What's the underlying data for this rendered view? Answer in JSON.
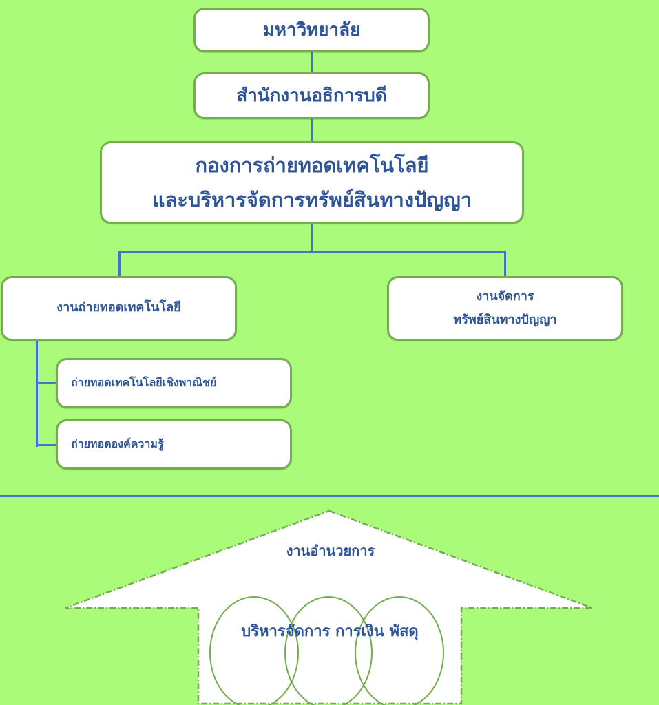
{
  "org_chart": {
    "level1": {
      "label": "มหาวิทยาลัย"
    },
    "level2": {
      "label": "สำนักงานอธิการบดี"
    },
    "level3": {
      "line1": "กองการถ่ายทอดเทคโนโลยี",
      "line2": "และบริหารจัดการทรัพย์สินทางปัญญา"
    },
    "units": [
      {
        "label": "งานถ่ายทอดเทคโนโลยี",
        "children": [
          {
            "label": "ถ่ายทอดเทคโนโลยีเชิงพาณิชย์"
          },
          {
            "label": "ถ่ายทอดองค์ความรู้"
          }
        ]
      },
      {
        "line1": "งานจัดการ",
        "line2": "ทรัพย์สินทางปัญญา"
      }
    ]
  },
  "support": {
    "title": "งานอำนวยการ",
    "functions_text": "บริหารจัดการ การเงิน พัสดุ",
    "circles": [
      "บริหารจัดการ",
      "การเงิน",
      "พัสดุ"
    ]
  },
  "colors": {
    "background": "#abfb7b",
    "box_border": "#73ad4e",
    "connector": "#4472c4",
    "text": "#2f5597"
  }
}
